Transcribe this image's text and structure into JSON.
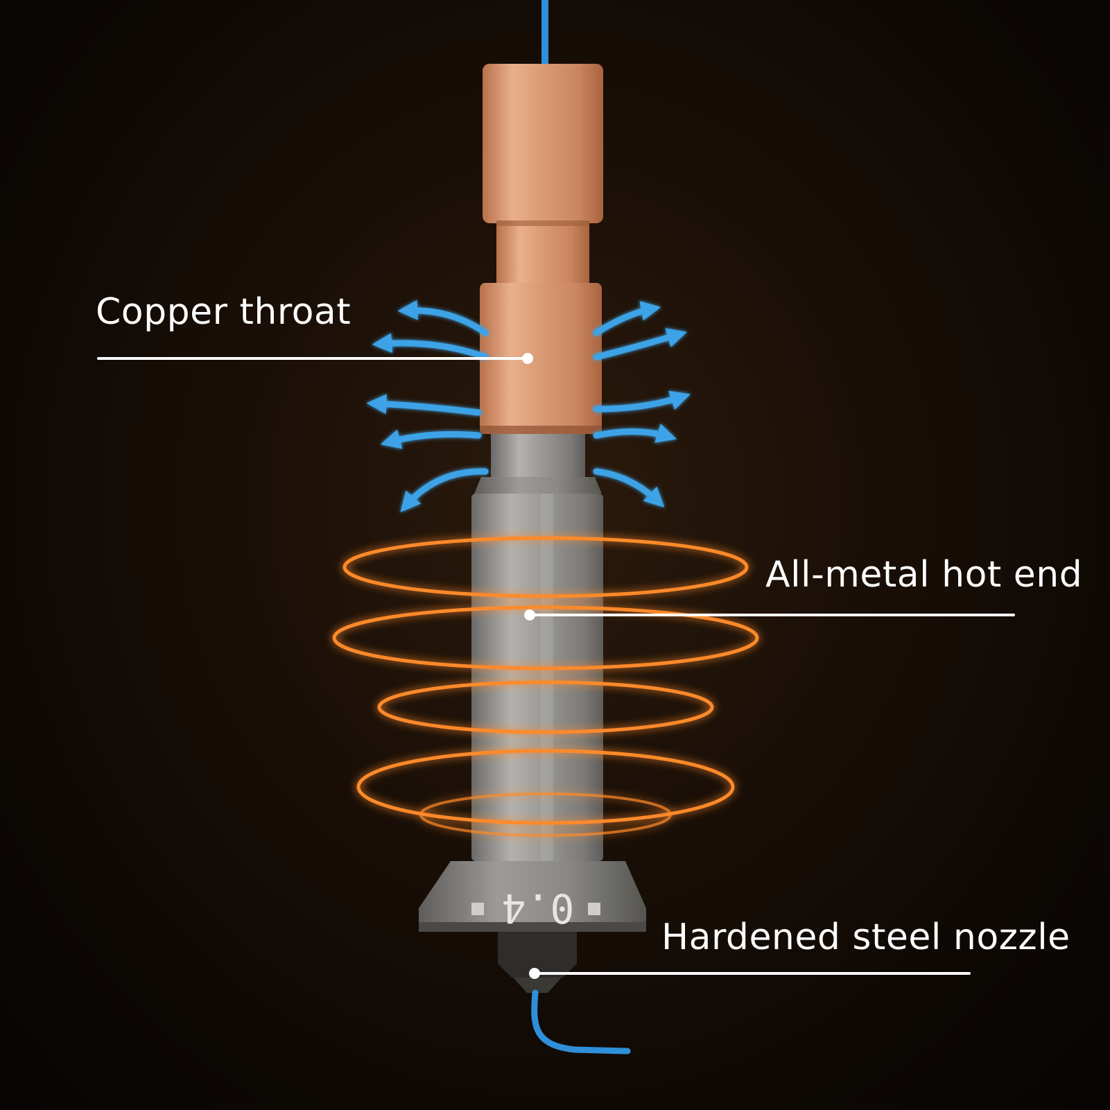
{
  "callouts": {
    "copper_throat": "Copper throat",
    "hot_end": "All-metal hot end",
    "nozzle": "Hardened steel nozzle"
  },
  "nozzle_marking": "0.4",
  "colors": {
    "background": "#120a05",
    "copper": "#e0a07a",
    "steel": "#8e8c8a",
    "filament": "#2f8fd8",
    "airflow_arrows": "#3ea3e6",
    "heat_rings": "#ff8a2a",
    "callout_lines": "#ffffff"
  },
  "icons": {
    "airflow": "airflow-arrows-icon",
    "heat": "heat-rings-icon"
  }
}
